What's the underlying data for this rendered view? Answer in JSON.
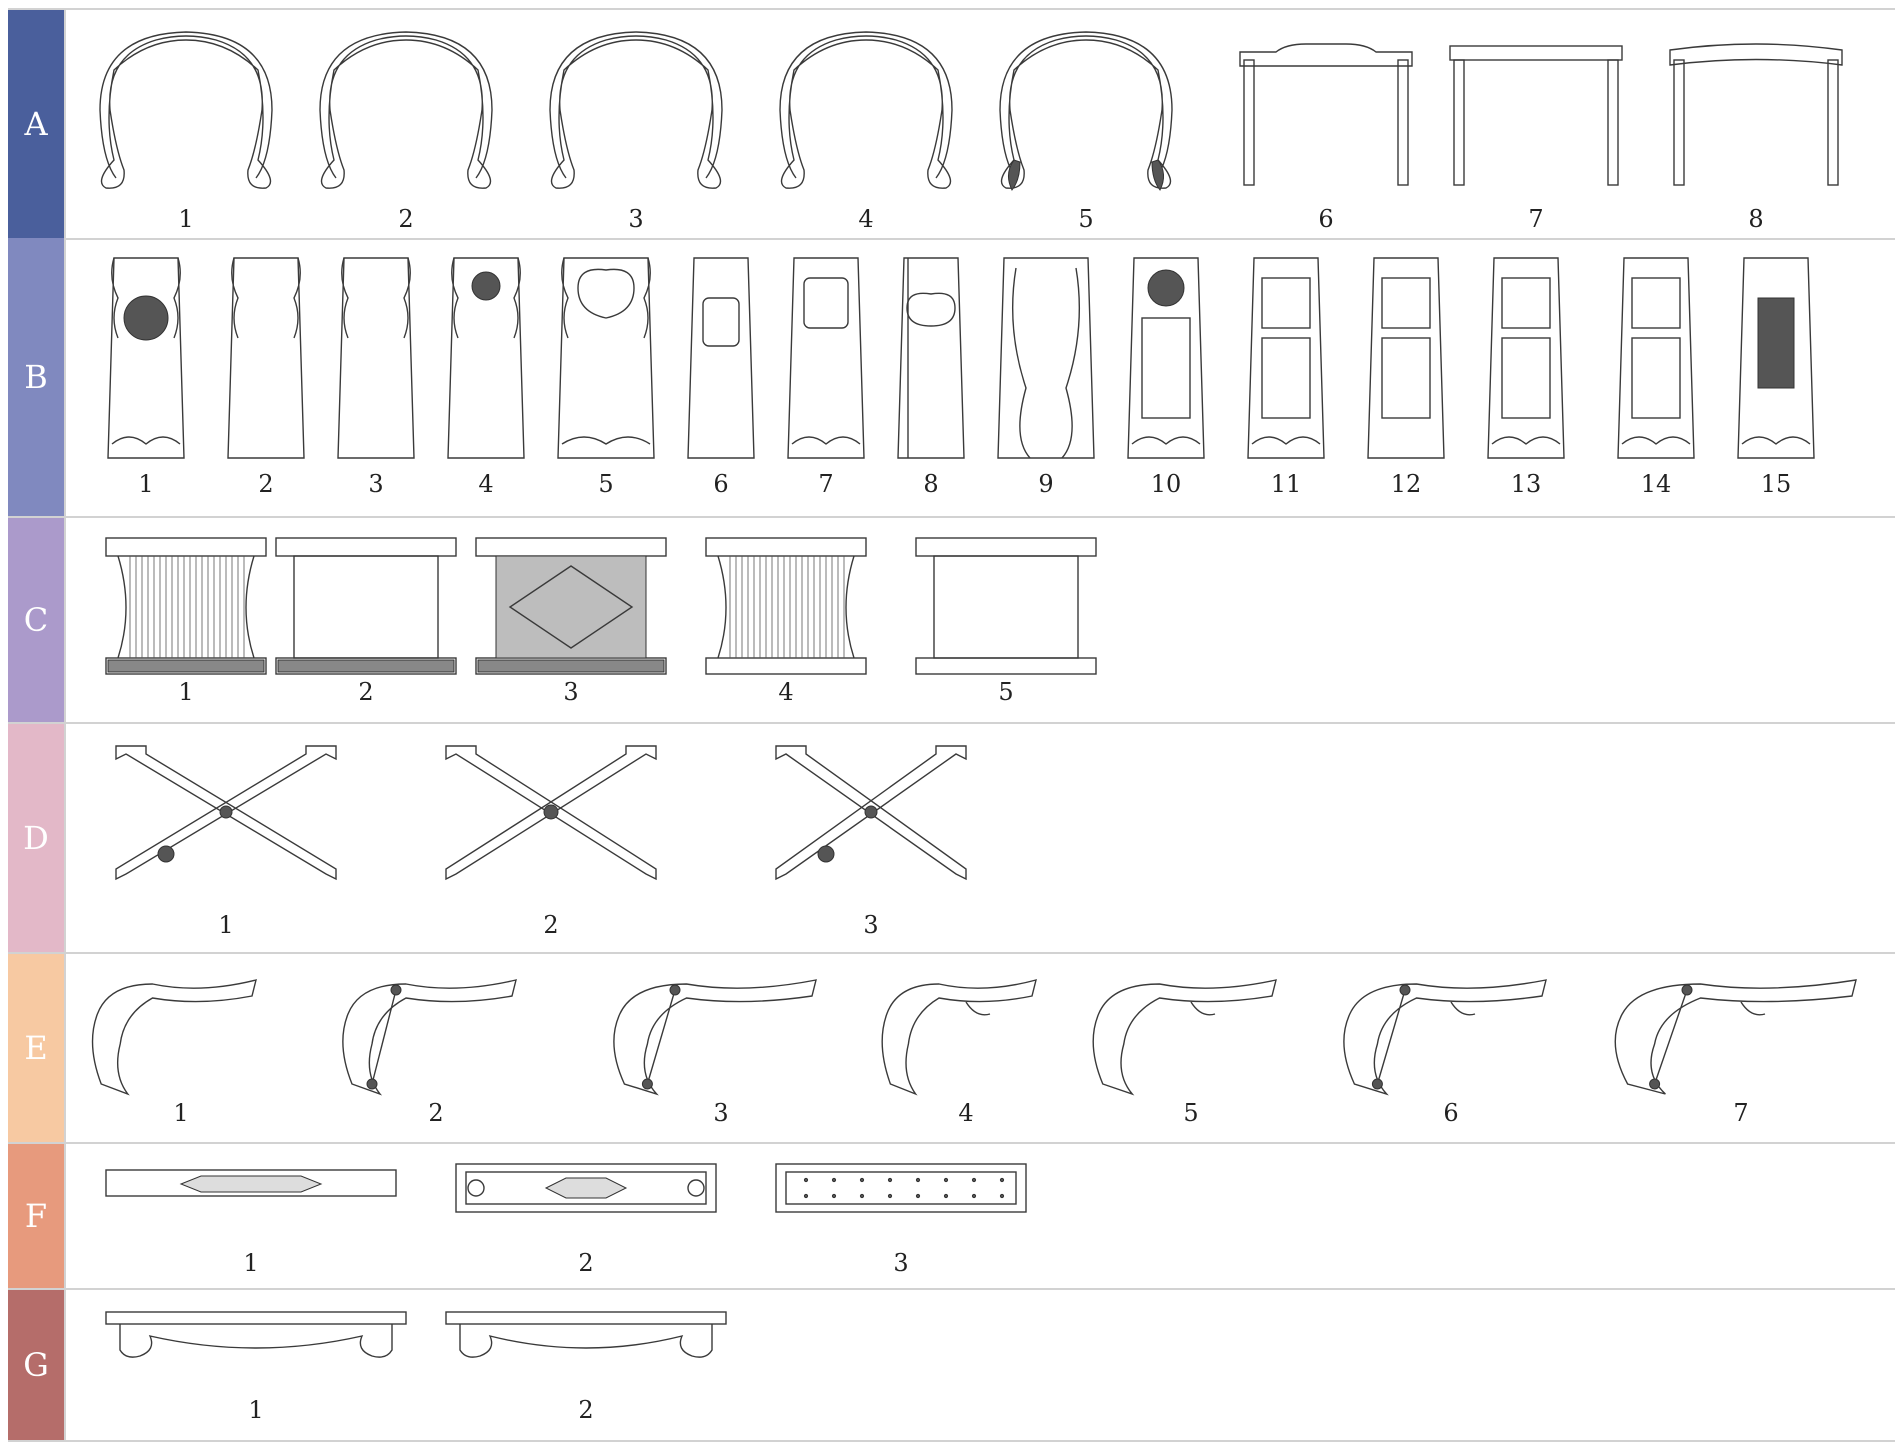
{
  "rows": [
    {
      "label": "A",
      "color": "#4a5f9c",
      "items": [
        "1",
        "2",
        "3",
        "4",
        "5",
        "6",
        "7",
        "8"
      ]
    },
    {
      "label": "B",
      "color": "#8089bf",
      "items": [
        "1",
        "2",
        "3",
        "4",
        "5",
        "6",
        "7",
        "8",
        "9",
        "10",
        "11",
        "12",
        "13",
        "14",
        "15"
      ]
    },
    {
      "label": "C",
      "color": "#ab9acb",
      "items": [
        "1",
        "2",
        "3",
        "4",
        "5"
      ]
    },
    {
      "label": "D",
      "color": "#e3b8c8",
      "items": [
        "1",
        "2",
        "3"
      ]
    },
    {
      "label": "E",
      "color": "#f7c9a2",
      "items": [
        "1",
        "2",
        "3",
        "4",
        "5",
        "6",
        "7"
      ]
    },
    {
      "label": "F",
      "color": "#e79a7d",
      "items": [
        "1",
        "2",
        "3"
      ]
    },
    {
      "label": "G",
      "color": "#b56d6a",
      "items": [
        "1",
        "2"
      ]
    }
  ]
}
